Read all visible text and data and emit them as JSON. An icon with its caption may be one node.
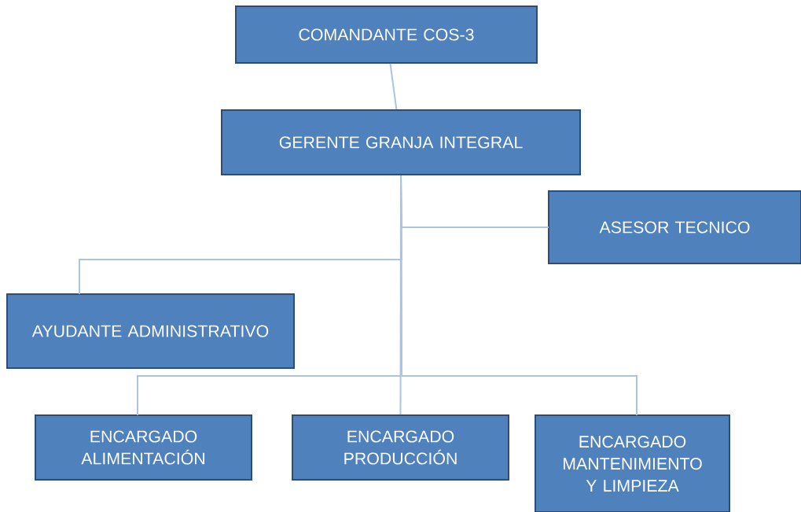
{
  "diagram": {
    "nodes": [
      {
        "text": [
          "COMANDANTE COS-3"
        ]
      },
      {
        "text": [
          "GERENTE GRANJA INTEGRAL"
        ]
      },
      {
        "text": [
          "ASESOR TECNICO"
        ]
      },
      {
        "text": [
          "AYUDANTE ADMINISTRATIVO"
        ]
      },
      {
        "text": [
          "ENCARGADO ALIMENTACIÓN"
        ]
      },
      {
        "text": [
          "ENCARGADO PRODUCCIÓN"
        ]
      },
      {
        "text": [
          "ENCARGADO MANTENIMIENTO Y LIMPIEZA"
        ]
      }
    ],
    "edges": [
      {
        "from": 0,
        "to": 1,
        "arrow": "none"
      },
      {
        "from": 1,
        "to": 2,
        "arrow": "none"
      },
      {
        "from": 1,
        "to": 3,
        "arrow": "none"
      },
      {
        "from": 1,
        "to": 4,
        "arrow": "none"
      },
      {
        "from": 1,
        "to": 5,
        "arrow": "none"
      },
      {
        "from": 1,
        "to": 6,
        "arrow": "none"
      }
    ]
  }
}
